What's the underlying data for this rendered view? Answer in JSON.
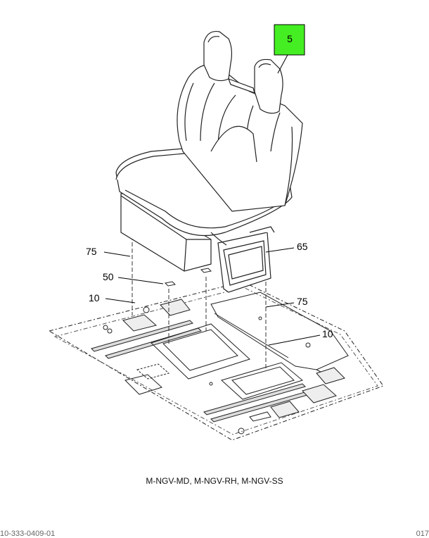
{
  "badge": {
    "label": "5",
    "color": "#44ee22"
  },
  "callouts": {
    "c75_left": "75",
    "c50": "50",
    "c10_left": "10",
    "c65": "65",
    "c75_right": "75",
    "c10_right": "10"
  },
  "caption": "M-NGV-MD, M-NGV-RH, M-NGV-SS",
  "footer": {
    "left": "10-333-0409-01",
    "right": "017"
  }
}
